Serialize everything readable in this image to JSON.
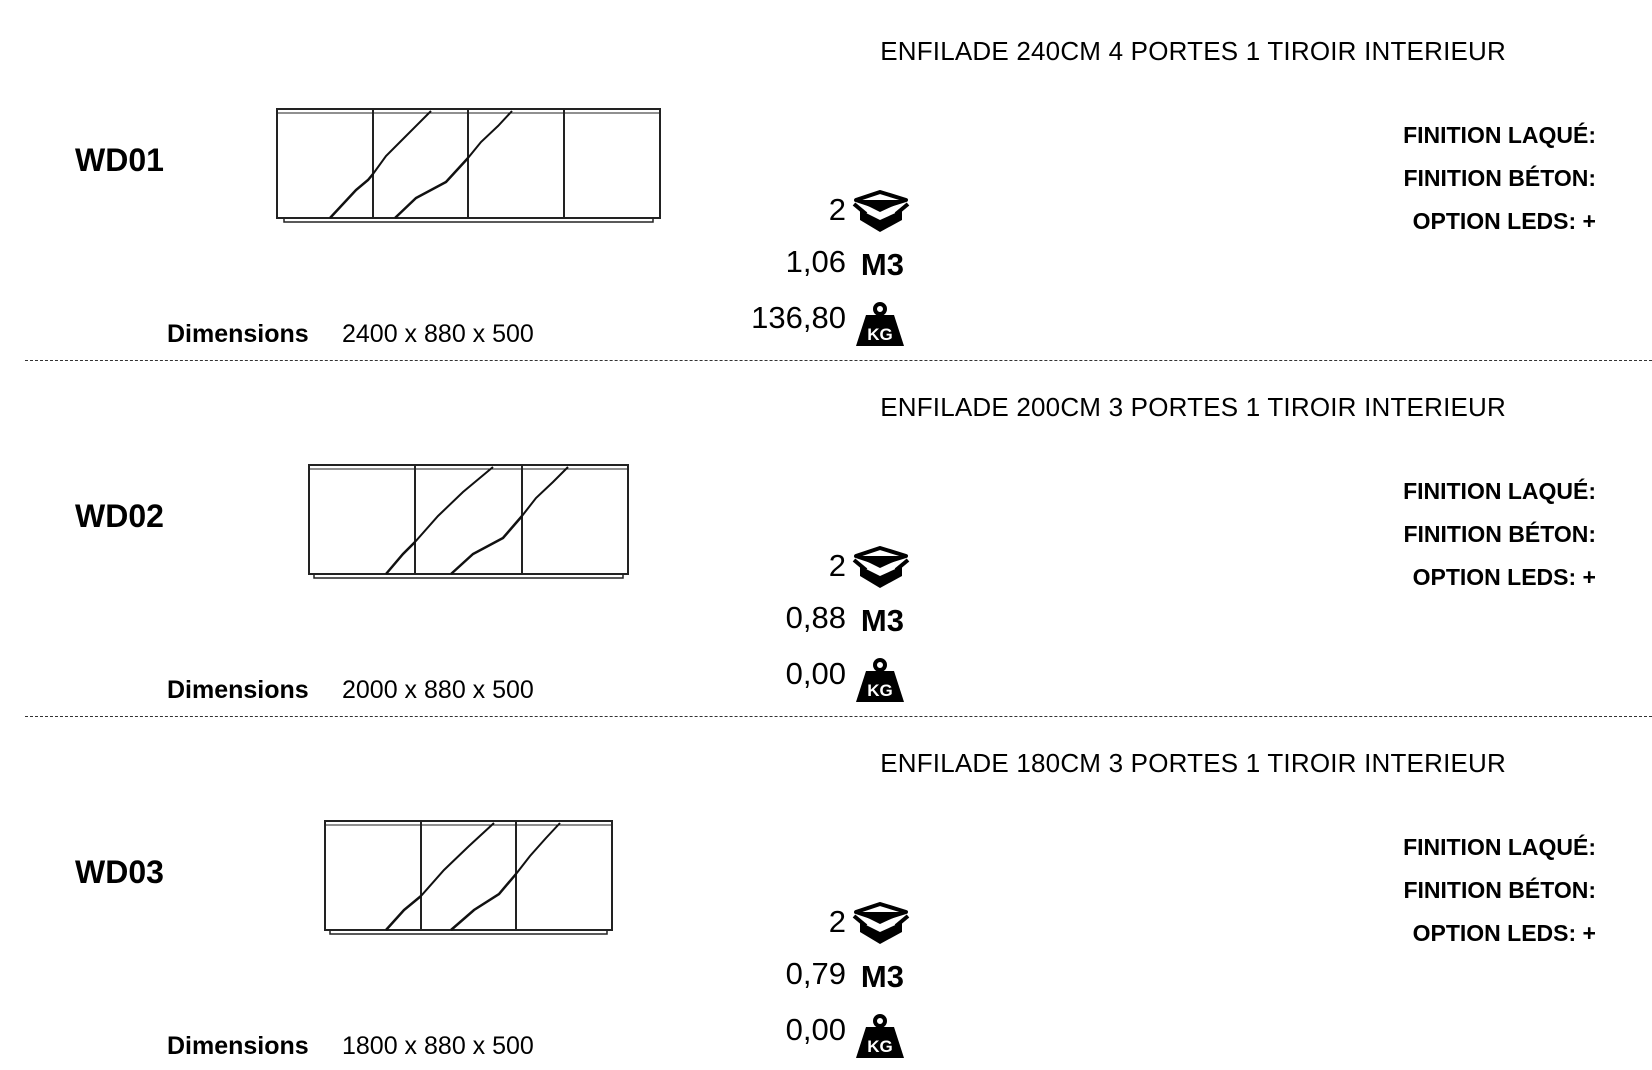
{
  "products": [
    {
      "code": "WD01",
      "title": "ENFILADE 240CM 4 PORTES 1 TIROIR INTERIEUR",
      "dimensions_label": "Dimensions",
      "dimensions": "2400 x 880 x 500",
      "boxes": "2",
      "volume": "1,06",
      "volume_unit": "M3",
      "weight": "136,80",
      "weight_unit": "KG",
      "finish_laque": "FINITION LAQUÉ:",
      "finish_beton": "FINITION BÉTON:",
      "option_leds": "OPTION LEDS: +",
      "doors": 4,
      "box_icon": "box-icon",
      "weight_icon": "weight-kg-icon"
    },
    {
      "code": "WD02",
      "title": "ENFILADE 200CM 3 PORTES 1 TIROIR INTERIEUR",
      "dimensions_label": "Dimensions",
      "dimensions": "2000 x 880 x 500",
      "boxes": "2",
      "volume": "0,88",
      "volume_unit": "M3",
      "weight": "0,00",
      "weight_unit": "KG",
      "finish_laque": "FINITION LAQUÉ:",
      "finish_beton": "FINITION BÉTON:",
      "option_leds": "OPTION LEDS: +",
      "doors": 3,
      "box_icon": "box-icon",
      "weight_icon": "weight-kg-icon"
    },
    {
      "code": "WD03",
      "title": "ENFILADE 180CM 3 PORTES 1 TIROIR INTERIEUR",
      "dimensions_label": "Dimensions",
      "dimensions": "1800 x 880 x 500",
      "boxes": "2",
      "volume": "0,79",
      "volume_unit": "M3",
      "weight": "0,00",
      "weight_unit": "KG",
      "finish_laque": "FINITION LAQUÉ:",
      "finish_beton": "FINITION BÉTON:",
      "option_leds": "OPTION LEDS: +",
      "doors": 3,
      "box_icon": "box-icon",
      "weight_icon": "weight-kg-icon"
    }
  ]
}
